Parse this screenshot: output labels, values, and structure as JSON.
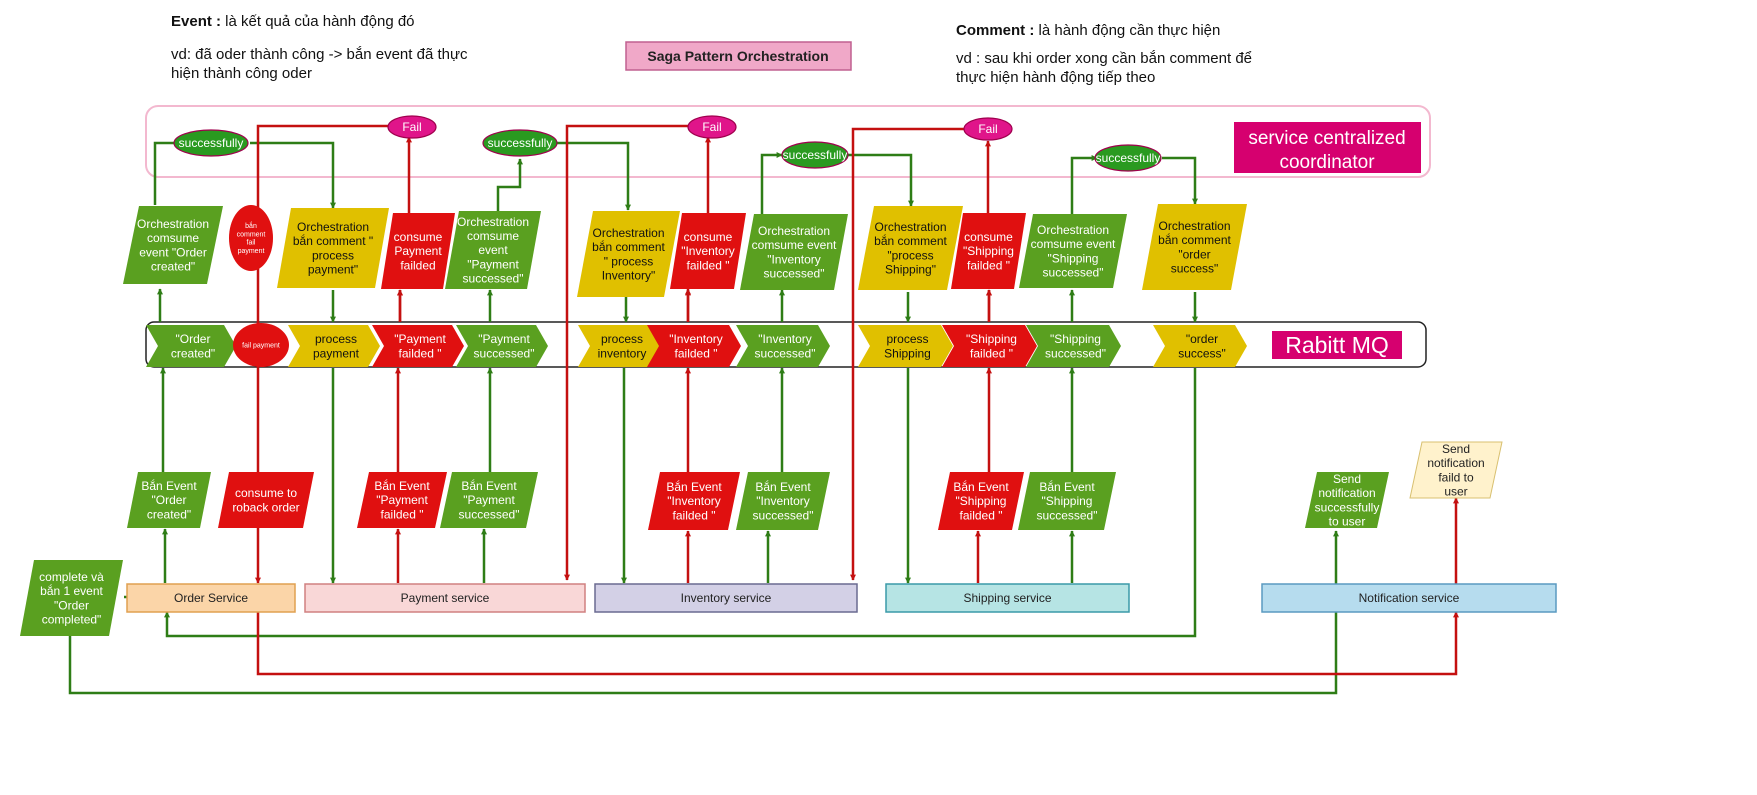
{
  "title": "Saga Pattern  Orchestration",
  "notes": {
    "event_term": "Event :",
    "event_desc": " là kết quả của hành động đó",
    "event_example": "vd: đã oder thành công -> bắn event đã thực hiện thành công oder",
    "comment_term": "Comment :",
    "comment_desc": " là hành động cần thực hiện",
    "comment_example": "vd : sau khi order xong cần bắn comment để thực hiện hành động tiếp theo"
  },
  "coordinator_label": "service centralized coordinator",
  "mq_label": "Rabitt MQ",
  "status": {
    "success": "successfully",
    "fail": "Fail"
  },
  "colors": {
    "green": "#5aa020",
    "red": "#e01010",
    "yellow": "#e0c000",
    "pink": "#d6006f",
    "pale_yellow": "#fff2cc",
    "green_arrow": "#2e7d16",
    "red_arrow": "#c41010"
  },
  "coordinator_row": [
    {
      "text": "Orchestration comsume event \"Order created\"",
      "color": "green"
    },
    {
      "text": "bắn comment fail payment",
      "color": "red",
      "shape": "ellipse"
    },
    {
      "text": "Orchestration bắn comment \" process payment\"",
      "color": "yellow"
    },
    {
      "text": "consume Payment failded",
      "color": "red"
    },
    {
      "text": "Orchestration comsume event \"Payment successed\"",
      "color": "green"
    },
    {
      "text": "Orchestration bắn comment \" process Inventory\"",
      "color": "yellow"
    },
    {
      "text": "consume \"Inventory failded \"",
      "color": "red"
    },
    {
      "text": "Orchestration comsume event \"Inventory successed\"",
      "color": "green"
    },
    {
      "text": "Orchestration bắn comment \"process Shipping\"",
      "color": "yellow"
    },
    {
      "text": "consume \"Shipping failded \"",
      "color": "red"
    },
    {
      "text": "Orchestration comsume event \"Shipping successed\"",
      "color": "green"
    },
    {
      "text": "Orchestration bắn comment \"order success\"",
      "color": "yellow"
    }
  ],
  "mq_row": [
    {
      "text": "\"Order created\"",
      "color": "green"
    },
    {
      "text": "fail payment",
      "color": "red",
      "shape": "ellipse"
    },
    {
      "text": "process payment",
      "color": "yellow"
    },
    {
      "text": "\"Payment failded \"",
      "color": "red"
    },
    {
      "text": "\"Payment successed\"",
      "color": "green"
    },
    {
      "text": "process inventory",
      "color": "yellow"
    },
    {
      "text": "\"Inventory failded \"",
      "color": "red"
    },
    {
      "text": "\"Inventory successed\"",
      "color": "green"
    },
    {
      "text": "process Shipping",
      "color": "yellow"
    },
    {
      "text": "\"Shipping failded \"",
      "color": "red"
    },
    {
      "text": "\"Shipping successed\"",
      "color": "green"
    },
    {
      "text": "\"order success\"",
      "color": "yellow"
    }
  ],
  "service_events": [
    {
      "text": "Bắn Event \"Order created\"",
      "color": "green"
    },
    {
      "text": "consume to roback order",
      "color": "red"
    },
    {
      "text": "Bắn Event \"Payment failded \"",
      "color": "red"
    },
    {
      "text": "Bắn Event \"Payment successed\"",
      "color": "green"
    },
    {
      "text": "Bắn Event \"Inventory failded \"",
      "color": "red"
    },
    {
      "text": "Bắn Event \"Inventory successed\"",
      "color": "green"
    },
    {
      "text": "Bắn Event \"Shipping failded \"",
      "color": "red"
    },
    {
      "text": "Bắn Event \"Shipping successed\"",
      "color": "green"
    },
    {
      "text": "Send notification successfully to user",
      "color": "green"
    },
    {
      "text": "Send notification faild to user",
      "color": "pale_yellow"
    }
  ],
  "complete_event": "complete và bắn 1 event \"Order completed\"",
  "services": [
    {
      "name": "Order Service",
      "fill": "#fbd5a8",
      "stroke": "#e0a050"
    },
    {
      "name": "Payment service",
      "fill": "#f9d7d7",
      "stroke": "#d08080"
    },
    {
      "name": "Inventory service",
      "fill": "#d3d0e6",
      "stroke": "#6a6a90"
    },
    {
      "name": "Shipping service",
      "fill": "#b6e4e4",
      "stroke": "#3a9aa8"
    },
    {
      "name": "Notification service",
      "fill": "#b6dcee",
      "stroke": "#5a9ac0"
    }
  ]
}
